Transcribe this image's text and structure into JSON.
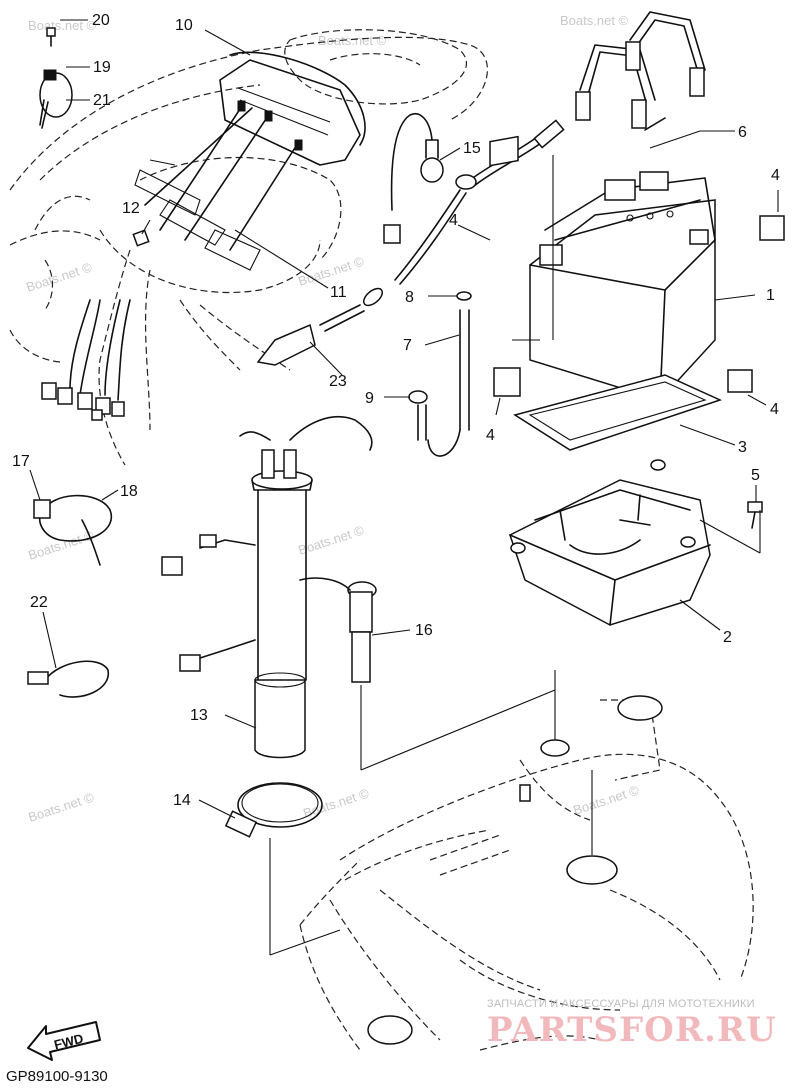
{
  "diagram_code": "GP89100-9130",
  "fwd_label": "FWD",
  "watermark_text": "Boats.net ©",
  "brand": {
    "tagline": "ЗАПЧАСТИ И АКСЕССУАРЫ ДЛЯ МОТОТЕХНИКИ",
    "name": "PARTSFOR.RU",
    "color": "#f2b9bd"
  },
  "callouts": [
    "1",
    "2",
    "3",
    "4",
    "4",
    "4",
    "4",
    "5",
    "6",
    "7",
    "8",
    "9",
    "10",
    "11",
    "12",
    "13",
    "14",
    "15",
    "16",
    "17",
    "18",
    "19",
    "20",
    "21",
    "22",
    "23"
  ]
}
